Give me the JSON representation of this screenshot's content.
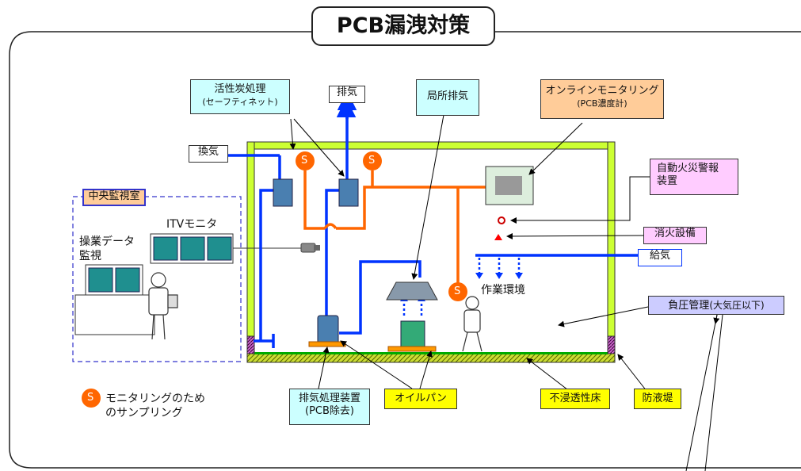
{
  "title": "PCB漏洩対策",
  "labels": {
    "activated_carbon": {
      "line1": "活性炭処理",
      "line2": "(セーフティネット)"
    },
    "exhaust": "排気",
    "local_exhaust": "局所排気",
    "online_monitoring": {
      "line1": "オンラインモニタリング",
      "line2": "(PCB濃度計)"
    },
    "ventilation": "換気",
    "fire_alarm": {
      "line1": "自動火災警報",
      "line2": "装置"
    },
    "central_room": "中央監視室",
    "itv_monitor": "ITVモニタ",
    "operation_data": {
      "line1": "操業データ",
      "line2": "監視"
    },
    "fire_extinguishing": "消火設備",
    "air_supply": "給気",
    "work_environment": "作業環境",
    "negative_pressure": {
      "main": "負圧管理",
      "sub": "(大気圧以下)"
    },
    "exhaust_treatment": {
      "line1": "排気処理装置",
      "line2": "(PCB除去)"
    },
    "oil_pan": "オイルパン",
    "impermeable_floor": "不浸透性床",
    "dike": "防液堤",
    "sampling_legend": {
      "line1": "モニタリングのため",
      "line2": "のサンプリング"
    },
    "s_mark": "S"
  },
  "colors": {
    "cyan_box": "#ccffff",
    "orange_box": "#ffcc99",
    "pink_box": "#ffccff",
    "yellow_box": "#ffff00",
    "purple_box": "#ccccff",
    "room_wall": "#ccff33",
    "blue_pipe": "#0033ff",
    "orange_pipe": "#ff6600",
    "central_border": "#3333cc"
  }
}
